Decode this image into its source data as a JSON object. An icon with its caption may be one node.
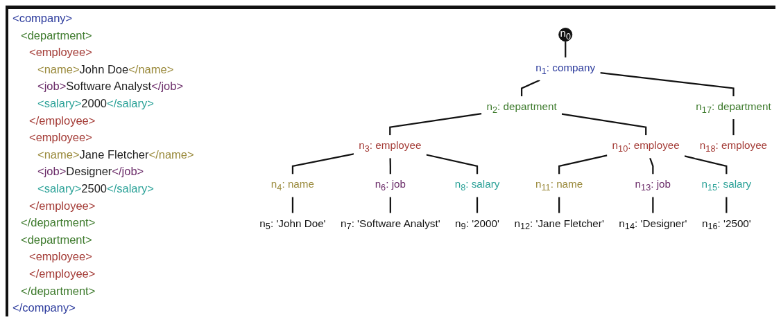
{
  "diagram": {
    "nodes": [
      {
        "text": [
          "n$_{0}$"
        ]
      },
      {
        "text": [
          "n$_{1}$: company"
        ]
      },
      {
        "text": [
          "n$_{2}$: department"
        ]
      },
      {
        "text": [
          "n$_{3}$: employee"
        ]
      },
      {
        "text": [
          "n$_{4}$: name"
        ]
      },
      {
        "text": [
          "n$_{5}$: 'John Doe'"
        ]
      },
      {
        "text": [
          "n$_{6}$: job"
        ]
      },
      {
        "text": [
          "n$_{7}$: 'Software Analyst'"
        ]
      },
      {
        "text": [
          "n$_{8}$: salary"
        ]
      },
      {
        "text": [
          "n$_{9}$: '2000'"
        ]
      },
      {
        "text": [
          "n$_{10}$: employee"
        ]
      },
      {
        "text": [
          "n$_{11}$: name"
        ]
      },
      {
        "text": [
          "n$_{12}$: 'Jane Fletcher'"
        ]
      },
      {
        "text": [
          "n$_{13}$: job"
        ]
      },
      {
        "text": [
          "n$_{14}$: 'Designer'"
        ]
      },
      {
        "text": [
          "n$_{15}$: salary"
        ]
      },
      {
        "text": [
          "n$_{16}$: '2500'"
        ]
      },
      {
        "text": [
          "n$_{17}$: department"
        ]
      },
      {
        "text": [
          "n$_{18}$: employee"
        ]
      }
    ],
    "edges": [
      {
        "from": 0,
        "to": 1,
        "arrow": "none"
      },
      {
        "from": 1,
        "to": 2,
        "arrow": "none"
      },
      {
        "from": 1,
        "to": 17,
        "arrow": "none"
      },
      {
        "from": 2,
        "to": 3,
        "arrow": "none"
      },
      {
        "from": 2,
        "to": 10,
        "arrow": "none"
      },
      {
        "from": 3,
        "to": 4,
        "arrow": "none"
      },
      {
        "from": 3,
        "to": 6,
        "arrow": "none"
      },
      {
        "from": 3,
        "to": 8,
        "arrow": "none"
      },
      {
        "from": 4,
        "to": 5,
        "arrow": "none"
      },
      {
        "from": 6,
        "to": 7,
        "arrow": "none"
      },
      {
        "from": 8,
        "to": 9,
        "arrow": "none"
      },
      {
        "from": 10,
        "to": 11,
        "arrow": "none"
      },
      {
        "from": 10,
        "to": 13,
        "arrow": "none"
      },
      {
        "from": 10,
        "to": 15,
        "arrow": "none"
      },
      {
        "from": 11,
        "to": 12,
        "arrow": "none"
      },
      {
        "from": 13,
        "to": 14,
        "arrow": "none"
      },
      {
        "from": 15,
        "to": 16,
        "arrow": "none"
      },
      {
        "from": 17,
        "to": 18,
        "arrow": "none"
      }
    ],
    "labels": [
      "<company>",
      "<department>",
      "<employee>",
      "<name>John Doe</name>",
      "<job>Software Analyst</job>",
      "<salary>2000</salary>",
      "</employee>",
      "<employee>",
      "<name>Jane Fletcher</name>",
      "<job>Designer</job>",
      "<salary>2500</salary>",
      "</employee>",
      "</department>",
      "<department>",
      "<employee>",
      "</employee>",
      "</department>",
      "</company>"
    ]
  }
}
